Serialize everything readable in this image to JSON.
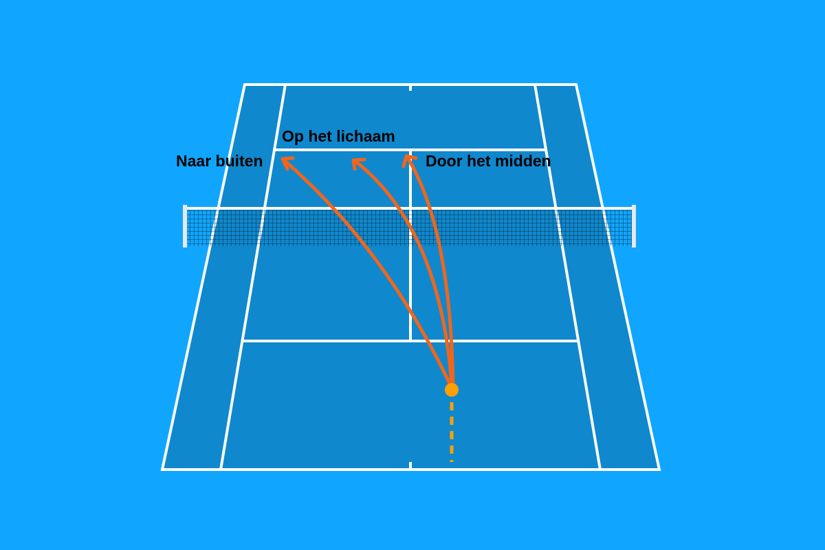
{
  "diagram": {
    "labels": {
      "wide": "Naar buiten",
      "body": "Op het lichaam",
      "middle": "Door het midden"
    }
  },
  "colors": {
    "background": "#10a6ff",
    "court": "#0f88ce",
    "lines": "#ffffff",
    "arrows": "#f0661c",
    "ball": "#ff9f00",
    "net_mesh": "#0a2a3a"
  },
  "icons": {
    "ball": "tennis-ball-dot",
    "arrow": "curved-arrow"
  }
}
